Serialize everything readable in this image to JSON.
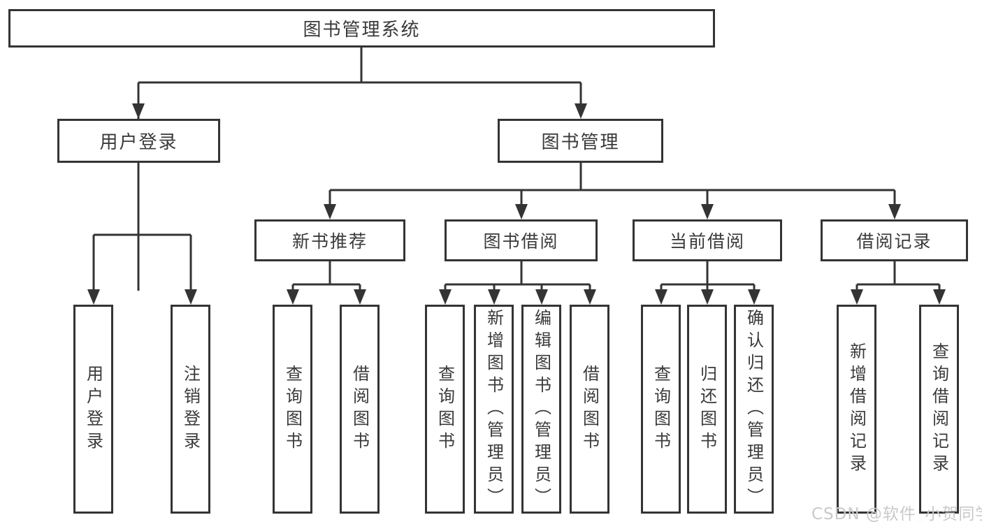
{
  "diagram_title": "图书管理系统",
  "tree": {
    "label": "图书管理系统",
    "children": [
      {
        "label": "用户登录",
        "children": [
          {
            "label": "用户登录"
          },
          {
            "label": "注销登录"
          }
        ]
      },
      {
        "label": "图书管理",
        "children": [
          {
            "label": "新书推荐",
            "children": [
              {
                "label": "查询图书"
              },
              {
                "label": "借阅图书"
              }
            ]
          },
          {
            "label": "图书借阅",
            "children": [
              {
                "label": "查询图书"
              },
              {
                "label": "新增图书（管理员）"
              },
              {
                "label": "编辑图书（管理员）"
              },
              {
                "label": "借阅图书"
              }
            ]
          },
          {
            "label": "当前借阅",
            "children": [
              {
                "label": "查询图书"
              },
              {
                "label": "归还图书"
              },
              {
                "label": "确认归还（管理员）"
              }
            ]
          },
          {
            "label": "借阅记录",
            "children": [
              {
                "label": "新增借阅记录"
              },
              {
                "label": "查询借阅记录"
              }
            ]
          }
        ]
      }
    ]
  },
  "watermark": {
    "text": "CSDN @软件_小贺同学"
  },
  "colors": {
    "line": "#343434",
    "text": "#3a3a3a",
    "box_background": "#ffffff",
    "page_background": "#ffffff",
    "watermark": "#c9c9c9"
  }
}
